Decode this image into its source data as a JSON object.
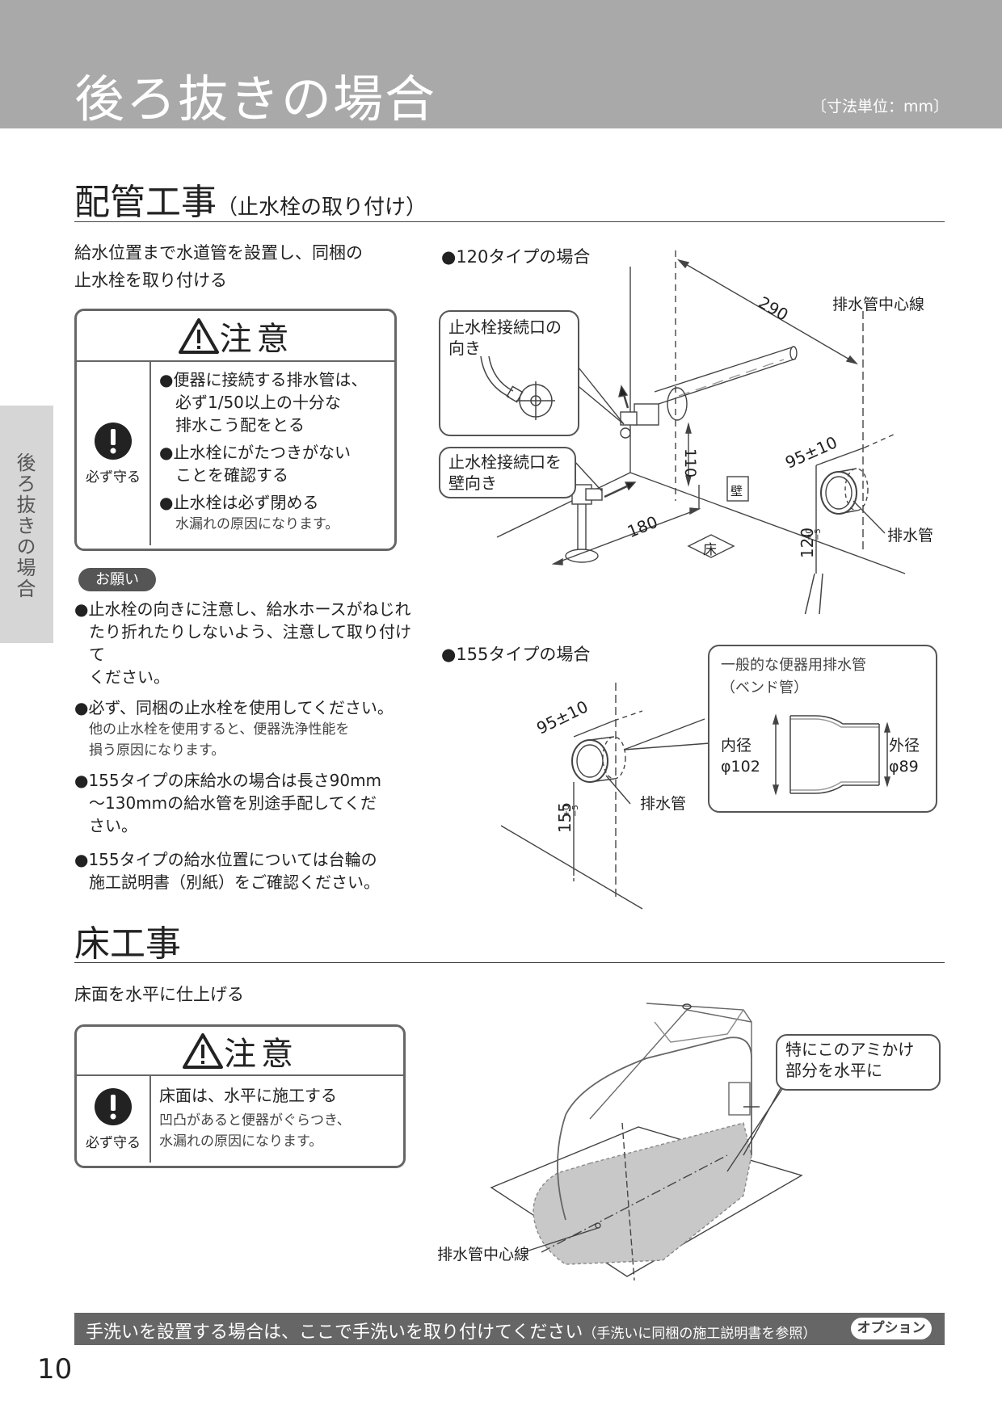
{
  "header": {
    "title": "後ろ抜きの場合",
    "unit_note": "〔寸法単位：mm〕"
  },
  "side_tab": "後ろ抜きの場合",
  "piping": {
    "title": "配管工事",
    "subtitle": "（止水栓の取り付け）",
    "intro_1": "給水位置まで水道管を設置し、同梱の",
    "intro_2": "止水栓を取り付ける",
    "caution": {
      "heading": "注意",
      "must_label": "必ず守る",
      "b1_1": "●便器に接続する排水管は、",
      "b1_2": "必ず1/50以上の十分な",
      "b1_3": "排水こう配をとる",
      "b2_1": "●止水栓にがたつきがない",
      "b2_2": "ことを確認する",
      "b3": "●止水栓は必ず閉める",
      "b3_note": "水漏れの原因になります。"
    },
    "request": {
      "badge": "お願い",
      "r1_1": "●止水栓の向きに注意し、給水ホースがねじれ",
      "r1_2": "たり折れたりしないよう、注意して取り付けて",
      "r1_3": "ください。",
      "r2": "●必ず、同梱の止水栓を使用してください。",
      "r2_note_1": "他の止水栓を使用すると、便器洗浄性能を",
      "r2_note_2": "損う原因になります。",
      "r3_1": "●155タイプの床給水の場合は長さ90mm",
      "r3_2": "〜130mmの給水管を別途手配してくだ",
      "r3_3": "さい。",
      "r4_1": "●155タイプの給水位置については台輪の",
      "r4_2": "施工説明書（別紙）をご確認ください。"
    }
  },
  "diagram120": {
    "label": "●120タイプの場合",
    "callout1_1": "止水栓接続口の",
    "callout1_2": "向き",
    "callout2_1": "止水栓接続口を",
    "callout2_2": "壁向き",
    "dim_290": "290",
    "center_line": "排水管中心線",
    "dim_110": "110",
    "dim_180": "180",
    "wall": "壁",
    "floor": "床",
    "dim_95": "95±10",
    "dim_120": "120",
    "tol": "+0 −5",
    "drain_pipe": "排水管"
  },
  "diagram155": {
    "label": "●155タイプの場合",
    "dim_95": "95±10",
    "dim_155": "155",
    "tol": "+0 −5",
    "drain_pipe": "排水管"
  },
  "bend_pipe": {
    "title_1": "一般的な便器用排水管",
    "title_2": "（ベンド管）",
    "inner_label": "内径",
    "inner_value": "φ102",
    "outer_label": "外径",
    "outer_value": "φ89"
  },
  "floor": {
    "title": "床工事",
    "intro": "床面を水平に仕上げる",
    "caution": {
      "heading": "注意",
      "must_label": "必ず守る",
      "line1": "床面は、水平に施工する",
      "note_1": "凹凸があると便器がぐらつき、",
      "note_2": "水漏れの原因になります。"
    },
    "callout_1": "特にこのアミかけ",
    "callout_2": "部分を水平に",
    "center_line": "排水管中心線"
  },
  "bottom_bar": {
    "main": "手洗いを設置する場合は、ここで手洗いを取り付けてください",
    "sub": "（手洗いに同梱の施工説明書を参照）",
    "badge": "オプション"
  },
  "page_number": "10"
}
